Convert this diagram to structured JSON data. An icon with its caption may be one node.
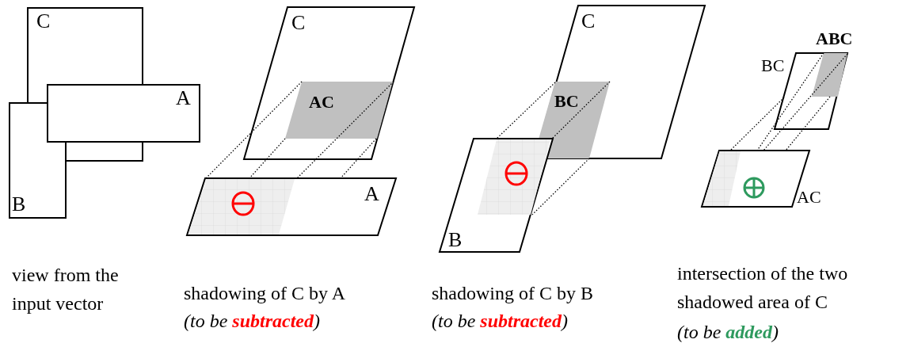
{
  "diagram": {
    "nodes": [
      {
        "text": [
          "C"
        ]
      },
      {
        "text": [
          "A"
        ]
      },
      {
        "text": [
          "B"
        ]
      },
      {
        "text": [
          "C"
        ]
      },
      {
        "text": [
          "AC"
        ],
        "in": 3
      },
      {
        "text": [
          "A"
        ]
      },
      {
        "text": [
          "C"
        ]
      },
      {
        "text": [
          "BC"
        ],
        "in": 6
      },
      {
        "text": [
          "B"
        ]
      },
      {
        "text": [
          "BC"
        ]
      },
      {
        "text": [
          "ABC"
        ],
        "in": 9
      },
      {
        "text": [
          "AC"
        ]
      }
    ],
    "edges": [
      {
        "from": 4,
        "to": 5,
        "arrow": "none",
        "style": "dashed"
      },
      {
        "from": 4,
        "to": 5,
        "arrow": "none",
        "style": "dashed"
      },
      {
        "from": 4,
        "to": 5,
        "arrow": "none",
        "style": "dashed"
      },
      {
        "from": 4,
        "to": 5,
        "arrow": "none",
        "style": "dashed"
      },
      {
        "from": 7,
        "to": 8,
        "arrow": "none",
        "style": "dashed"
      },
      {
        "from": 7,
        "to": 8,
        "arrow": "none",
        "style": "dashed"
      },
      {
        "from": 7,
        "to": 8,
        "arrow": "none",
        "style": "dashed"
      },
      {
        "from": 9,
        "to": 11,
        "arrow": "none",
        "style": "dashed"
      },
      {
        "from": 10,
        "to": 11,
        "arrow": "none",
        "style": "dashed"
      },
      {
        "from": 10,
        "to": 11,
        "arrow": "none",
        "style": "dashed"
      },
      {
        "from": 10,
        "to": 11,
        "arrow": "none",
        "style": "dashed"
      }
    ],
    "labels": [
      "view from the input vector",
      "shadowing of C by A",
      "(to be **subtracted**)",
      "shadowing of C by B",
      "(to be **subtracted**)",
      "intersection of the two shadowed area of C",
      "(to be **added**)"
    ]
  }
}
